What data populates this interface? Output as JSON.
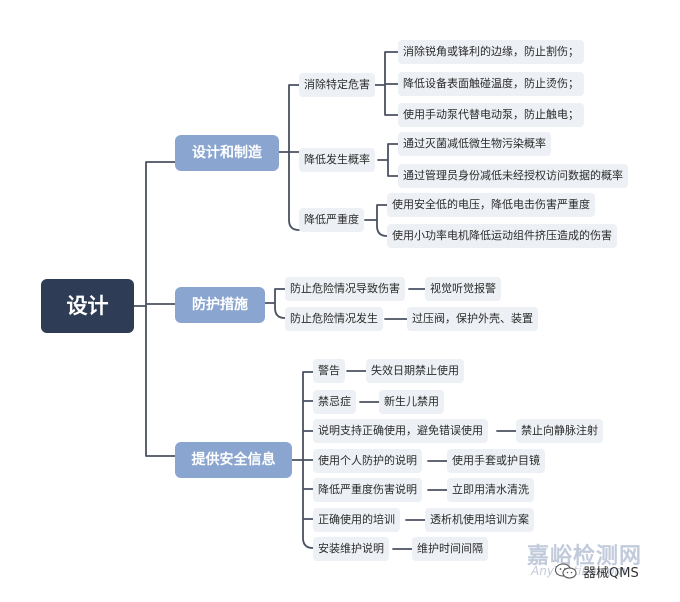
{
  "root": {
    "label": "设计"
  },
  "categories": [
    {
      "label": "设计和制造"
    },
    {
      "label": "防护措施"
    },
    {
      "label": "提供安全信息"
    }
  ],
  "design": {
    "hazard": {
      "label": "消除特定危害",
      "items": [
        "消除锐角或锋利的边缘，防止割伤；",
        "降低设备表面触碰温度，防止烫伤；",
        "使用手动泵代替电动泵，防止触电；"
      ]
    },
    "probability": {
      "label": "降低发生概率",
      "items": [
        "通过灭菌减低微生物污染概率",
        "通过管理员身份减低未经授权访问数据的概率"
      ]
    },
    "severity": {
      "label": "降低严重度",
      "items": [
        "使用安全低的电压，降低电击伤害严重度",
        "使用小功率电机降低运动组件挤压造成的伤害"
      ]
    }
  },
  "protection": [
    {
      "label": "防止危险情况导致伤害",
      "detail": "视觉听觉报警"
    },
    {
      "label": "防止危险情况发生",
      "detail": "过压阀，保护外壳、装置"
    }
  ],
  "info": [
    {
      "label": "警告",
      "detail": "失效日期禁止使用"
    },
    {
      "label": "禁忌症",
      "detail": "新生儿禁用"
    },
    {
      "label": "说明支持正确使用，避免错误使用",
      "detail": "禁止向静脉注射"
    },
    {
      "label": "使用个人防护的说明",
      "detail": "使用手套或护目镜"
    },
    {
      "label": "降低严重度伤害说明",
      "detail": "立即用清水清洗"
    },
    {
      "label": "正确使用的培训",
      "detail": "透析机使用培训方案"
    },
    {
      "label": "安装维护说明",
      "detail": "维护时间间隔"
    }
  ],
  "watermark": {
    "site": "嘉峪检测网",
    "url": "AnyTesting.com",
    "account": "器械QMS",
    "icon": "wechat-icon"
  }
}
